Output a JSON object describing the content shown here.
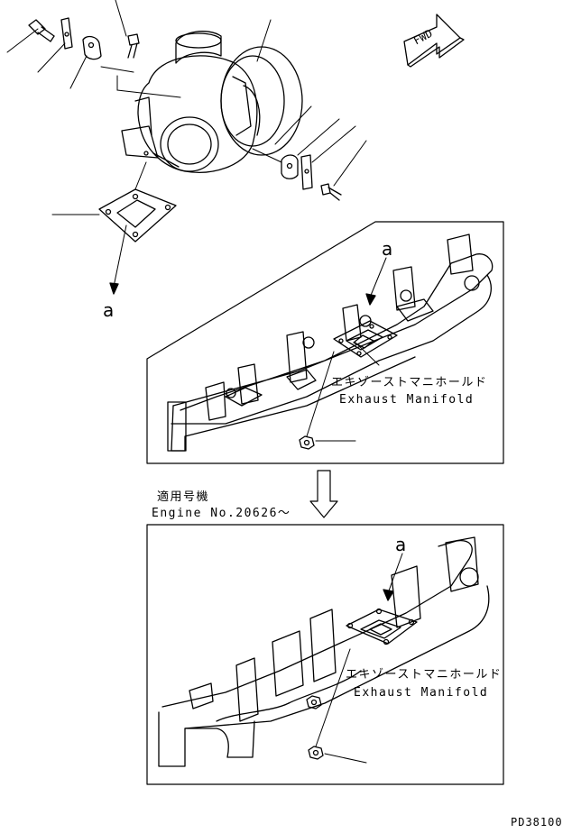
{
  "diagram": {
    "callout_letter": "a",
    "fwd_label": "FWD",
    "upper_panel": {
      "label_jp": "エキゾーストマニホールド",
      "label_en": "Exhaust Manifold"
    },
    "applicability": {
      "label_jp": "適用号機",
      "label_en": "Engine No.20626〜"
    },
    "lower_panel": {
      "label_jp": "エキゾーストマニホールド",
      "label_en": "Exhaust Manifold"
    },
    "drawing_number": "PD38100"
  },
  "colors": {
    "line": "#000000",
    "background": "#ffffff"
  }
}
